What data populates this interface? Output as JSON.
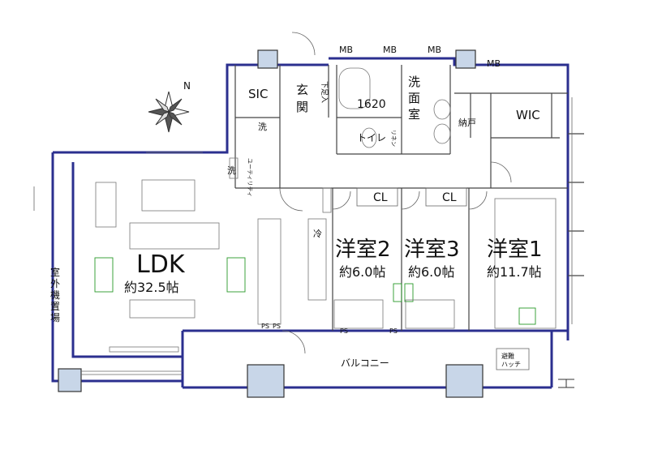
{
  "rooms": {
    "ldk": {
      "name": "LDK",
      "size": "約32.5帖"
    },
    "w2": {
      "name": "洋室2",
      "size": "約6.0帖"
    },
    "w3": {
      "name": "洋室3",
      "size": "約6.0帖"
    },
    "w1": {
      "name": "洋室1",
      "size": "約11.7帖"
    },
    "sic": "SIC",
    "wic": "WIC",
    "entrance": [
      "玄",
      "関"
    ],
    "washroom": [
      "洗",
      "面",
      "室"
    ],
    "toilet": "トイレ",
    "balcony": "バルコニー",
    "outdoor_unit": [
      "室",
      "外",
      "機",
      "置",
      "場"
    ]
  },
  "labels": {
    "mb": "MB",
    "cl": "CL",
    "bath": "1620",
    "wash": "洗",
    "ps": "PS",
    "closet": "納戸",
    "fridge": "冷",
    "utility": "ユーティリティ",
    "linen": "リネン",
    "shoes": "下足入",
    "hatch": [
      "避難",
      "ハッチ"
    ],
    "compass": "N"
  },
  "colors": {
    "wall": "#2b2f8f",
    "column": "#c8d6e8",
    "marker": "#2a9a2a"
  }
}
